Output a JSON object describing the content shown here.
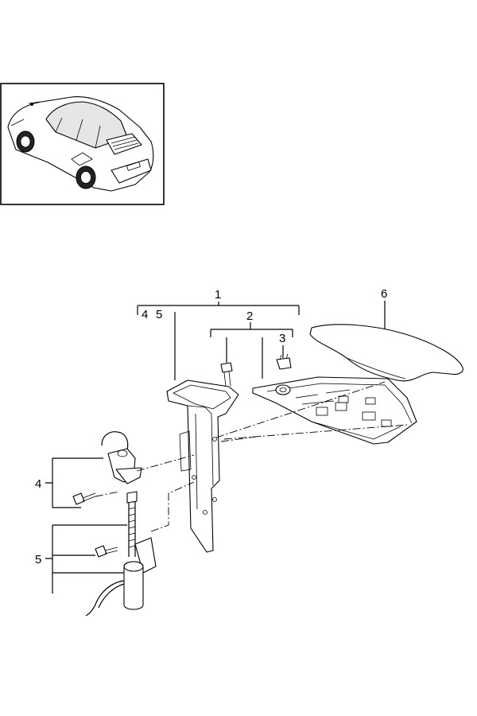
{
  "callouts": {
    "item_1": "1",
    "item_2": "2",
    "item_3": "3",
    "item_4": "4",
    "item_5": "5",
    "item_6": "6",
    "group_1_sub_4": "4",
    "group_1_sub_5": "5"
  },
  "thumbnail": {
    "icon": "convertible-car-icon"
  },
  "colors": {
    "line": "#000000",
    "background": "#ffffff",
    "panel_fill": "#e6e6e6"
  }
}
